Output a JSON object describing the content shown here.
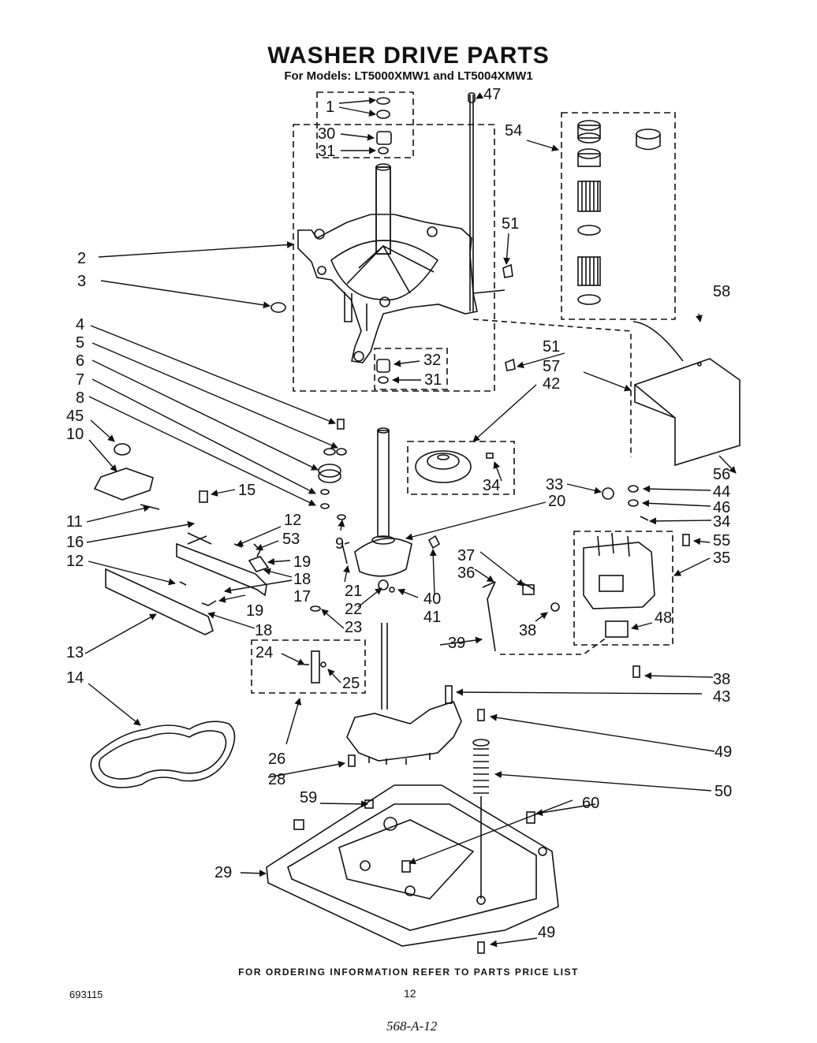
{
  "title": "WASHER DRIVE PARTS",
  "subtitle": "For Models: LT5000XMW1 and LT5004XMW1",
  "footer": "FOR ORDERING INFORMATION REFER TO PARTS PRICE LIST",
  "doc_number": "693115",
  "page_number": "12",
  "handwritten_note": "568-A-12",
  "part_labels": {
    "p1": "1",
    "p2": "2",
    "p3": "3",
    "p4": "4",
    "p5": "5",
    "p6": "6",
    "p7": "7",
    "p8": "8",
    "p9": "9",
    "p10": "10",
    "p11": "11",
    "p12a": "12",
    "p12b": "12",
    "p13": "13",
    "p14": "14",
    "p15": "15",
    "p16": "16",
    "p17": "17",
    "p18a": "18",
    "p18b": "18",
    "p19a": "19",
    "p19b": "19",
    "p20": "20",
    "p21": "21",
    "p22": "22",
    "p23": "23",
    "p24": "24",
    "p25": "25",
    "p26": "26",
    "p28": "28",
    "p29": "29",
    "p30": "30",
    "p31a": "31",
    "p31b": "31",
    "p32": "32",
    "p33": "33",
    "p34a": "34",
    "p34b": "34",
    "p35": "35",
    "p36": "36",
    "p37": "37",
    "p38a": "38",
    "p38b": "38",
    "p39": "39",
    "p40": "40",
    "p41": "41",
    "p42": "42",
    "p43": "43",
    "p44": "44",
    "p45": "45",
    "p46": "46",
    "p47": "47",
    "p48": "48",
    "p49a": "49",
    "p49b": "49",
    "p50": "50",
    "p51a": "51",
    "p51b": "51",
    "p53": "53",
    "p54": "54",
    "p55": "55",
    "p56": "56",
    "p57": "57",
    "p58": "58",
    "p59": "59",
    "p60": "60"
  }
}
